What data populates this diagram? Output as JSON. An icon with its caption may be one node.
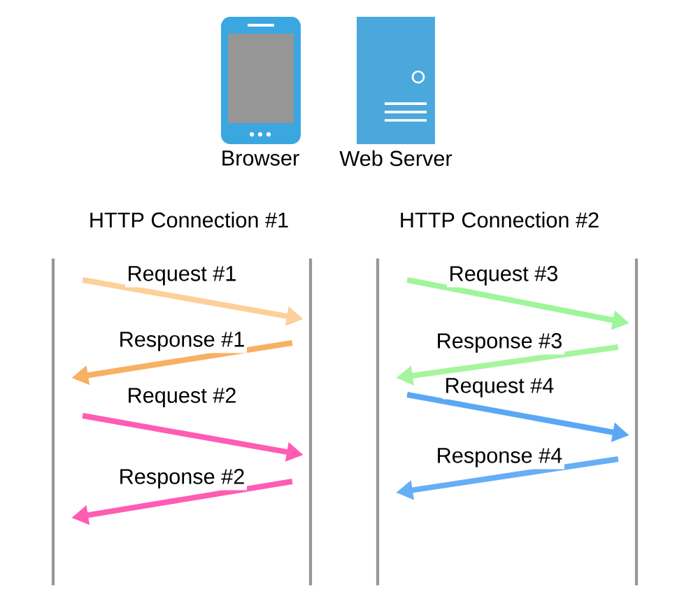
{
  "diagram": {
    "nodes": [
      {
        "text": [],
        "shape": "bar"
      },
      {
        "text": [],
        "shape": "bar"
      },
      {
        "text": [],
        "shape": "bar"
      },
      {
        "text": [],
        "shape": "bar"
      }
    ],
    "edges": [
      {
        "from": 0,
        "to": 1,
        "arrow": "to",
        "label": "Request #1",
        "color": "#fdd09a"
      },
      {
        "from": 1,
        "to": 0,
        "arrow": "to",
        "label": "Response #1",
        "color": "#f8b062"
      },
      {
        "from": 0,
        "to": 1,
        "arrow": "to",
        "label": "Request #2",
        "color": "#ff5cb4"
      },
      {
        "from": 1,
        "to": 0,
        "arrow": "to",
        "label": "Response #2",
        "color": "#ff5cb4"
      },
      {
        "from": 2,
        "to": 3,
        "arrow": "to",
        "label": "Request #3",
        "color": "#9ef59a"
      },
      {
        "from": 3,
        "to": 2,
        "arrow": "to",
        "label": "Response #3",
        "color": "#a6f59e"
      },
      {
        "from": 2,
        "to": 3,
        "arrow": "to",
        "label": "Request #4",
        "color": "#5aa8f5"
      },
      {
        "from": 3,
        "to": 2,
        "arrow": "to",
        "label": "Response #4",
        "color": "#66aef5"
      }
    ],
    "labels": [
      "Browser",
      "Web Server",
      "HTTP Connection #1",
      "HTTP Connection #2"
    ]
  }
}
